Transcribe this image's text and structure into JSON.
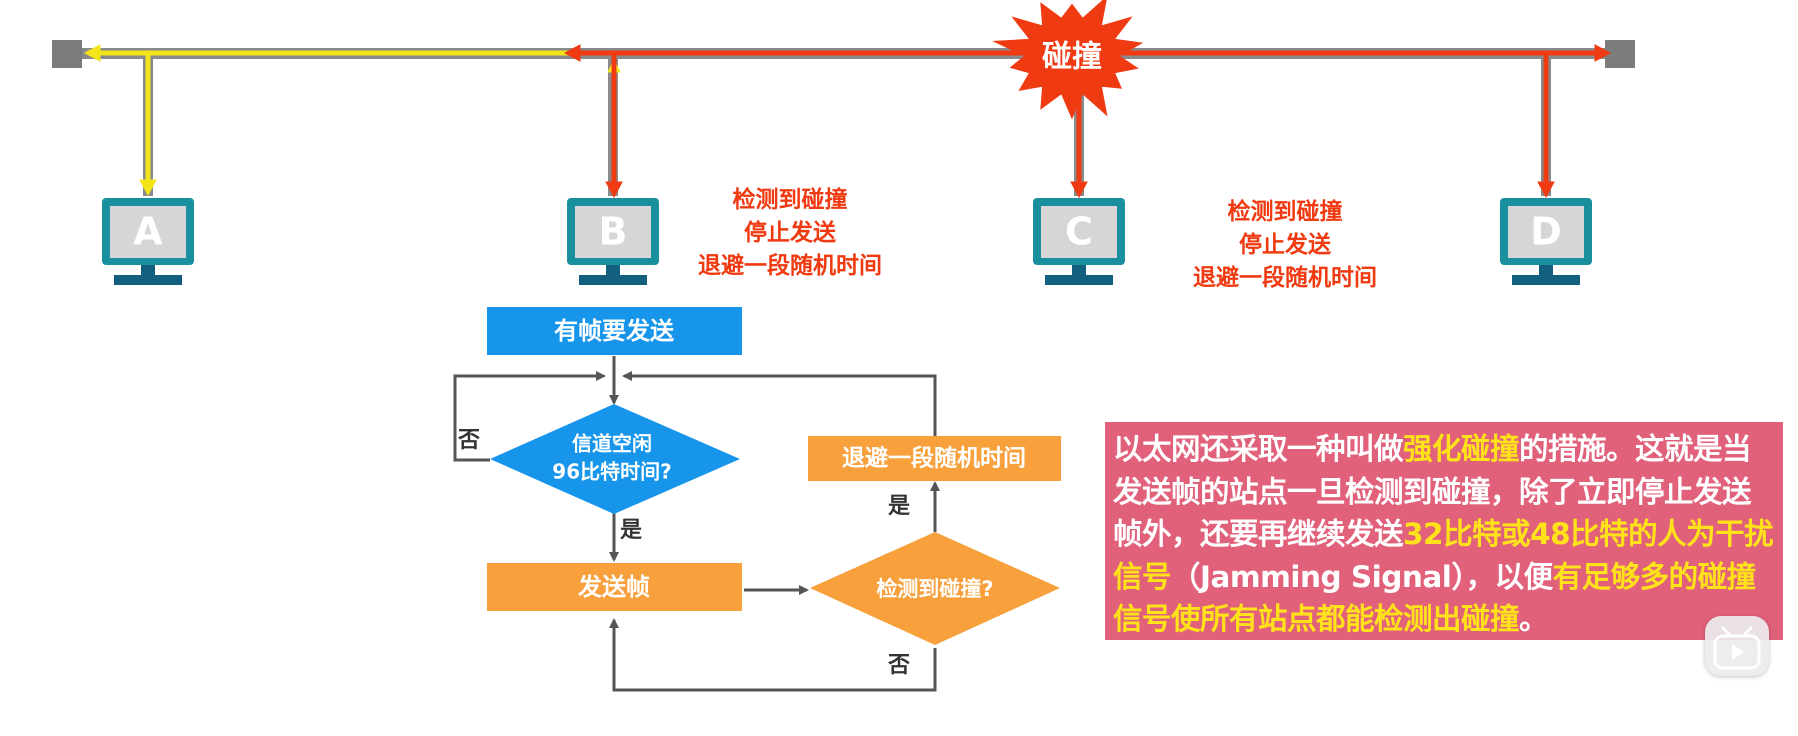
{
  "collision": {
    "label": "碰撞"
  },
  "stations": [
    {
      "letter": "A"
    },
    {
      "letter": "B"
    },
    {
      "letter": "C"
    },
    {
      "letter": "D"
    }
  ],
  "notes": {
    "b": [
      "检测到碰撞",
      "停止发送",
      "退避一段随机时间"
    ],
    "c": [
      "检测到碰撞",
      "停止发送",
      "退避一段随机时间"
    ]
  },
  "flowchart": {
    "start": "有帧要发送",
    "check_idle_line1": "信道空闲",
    "check_idle_line2": "96比特时间?",
    "send": "发送帧",
    "detect": "检测到碰撞?",
    "backoff": "退避一段随机时间",
    "no_idle": "否",
    "yes_idle": "是",
    "yes_detect": "是",
    "no_detect": "否"
  },
  "explanation": {
    "p1": "以太网还采取一种叫做",
    "h1": "强化碰撞",
    "p2": "的措施。这就是当发送帧的站点一旦检测到碰撞，除了立即停止发送帧外，还要再继续发送",
    "h2": "32比特或48比特的人为干扰信号",
    "p3": "（Jamming Signal），以便",
    "h3": "有足够多的碰撞信号使所有站点都能检测出碰撞",
    "p4": "。"
  },
  "colors": {
    "bus": "#8a8a8a",
    "signal_a": "#f3e51a",
    "signal_collision": "#f03a12",
    "station_frame": "#1a8f9e",
    "station_screen": "#d6d6d6",
    "station_base": "#12607e",
    "flow_blue": "#1695ea",
    "flow_orange": "#f7a03c",
    "note_red": "#f03a12",
    "explanation_bg": "#e1617a",
    "explanation_highlight": "#ffe21a"
  },
  "icons": {
    "video_badge": "play-icon"
  }
}
